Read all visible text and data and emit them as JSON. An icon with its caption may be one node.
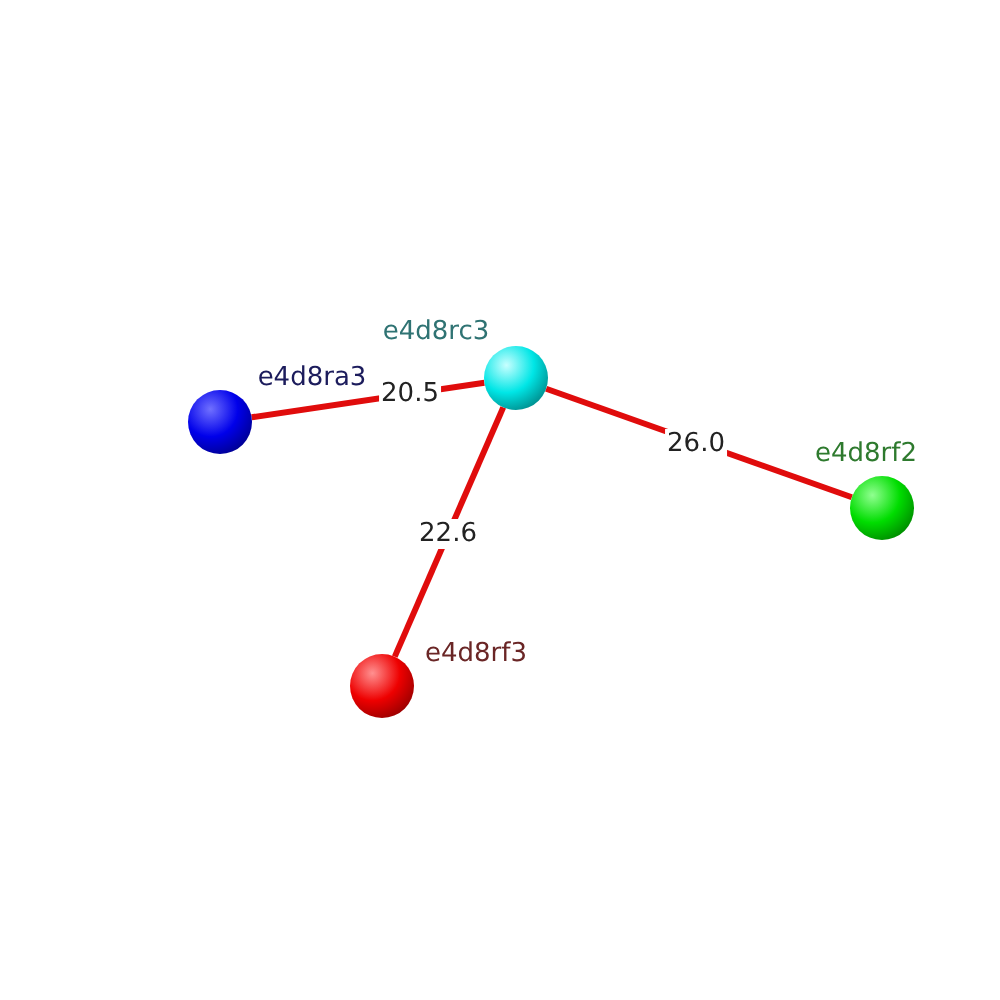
{
  "diagram": {
    "nodes": [
      {
        "text": [],
        "shape": "circle",
        "beside": [
          "e4d8rc3"
        ]
      },
      {
        "text": [],
        "shape": "circle",
        "beside": [
          "e4d8ra3"
        ]
      },
      {
        "text": [],
        "shape": "circle",
        "beside": [
          "e4d8rf2"
        ]
      },
      {
        "text": [],
        "shape": "circle",
        "beside": [
          "e4d8rf3"
        ]
      }
    ],
    "edges": [
      {
        "from": 0,
        "to": 1,
        "arrow": "none",
        "label": "20.5"
      },
      {
        "from": 0,
        "to": 2,
        "arrow": "none",
        "label": "26.0"
      },
      {
        "from": 0,
        "to": 3,
        "arrow": "none",
        "label": "22.6"
      }
    ]
  }
}
